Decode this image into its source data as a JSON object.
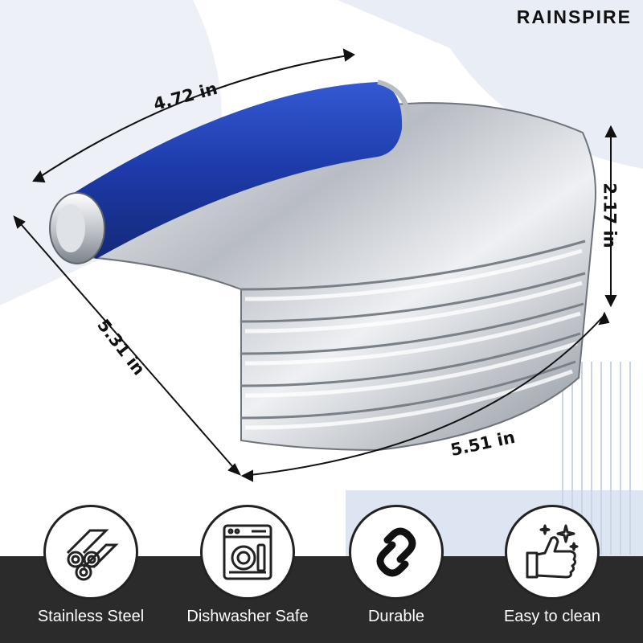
{
  "brand": {
    "name": "RAINSPIRE"
  },
  "dimensions": {
    "handle_length": "4.72 in",
    "height": "2.17 in",
    "side_length": "5.31 in",
    "blade_width": "5.51 in"
  },
  "features": [
    {
      "label": "Stainless Steel",
      "icon": "steel-tubes-icon"
    },
    {
      "label": "Dishwasher Safe",
      "icon": "dishwasher-icon"
    },
    {
      "label": "Durable",
      "icon": "chain-link-icon"
    },
    {
      "label": "Easy to clean",
      "icon": "thumbs-up-sparkle-icon"
    }
  ],
  "colors": {
    "handle": "#1e3fb0",
    "steel": "#c9ccd2",
    "bar": "#2b2b2b",
    "accent_bg": "#dde6f2"
  }
}
